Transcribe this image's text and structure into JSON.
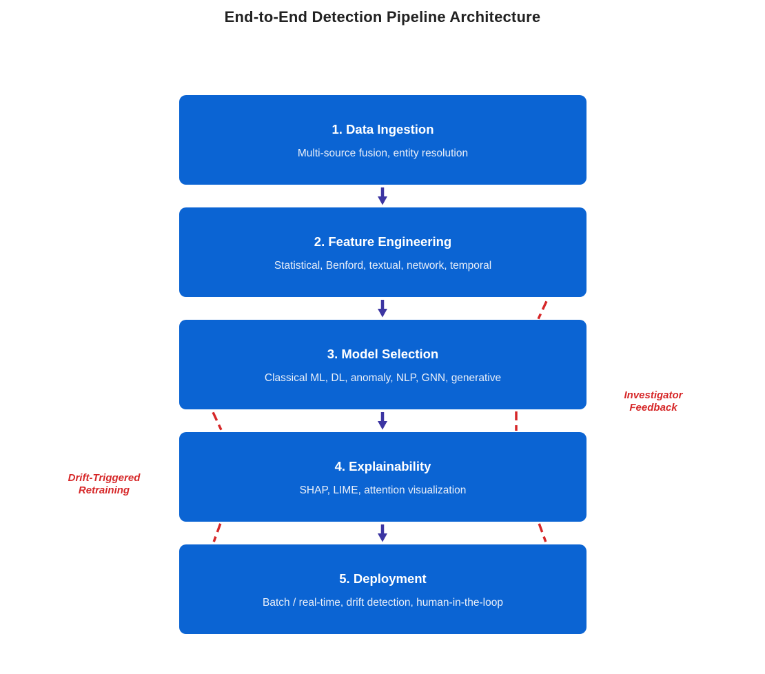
{
  "title": "End-to-End Detection Pipeline Architecture",
  "colors": {
    "background": "#ffffff",
    "stage_fill": "#0b64d3",
    "stage_title_text": "#ffffff",
    "stage_subtitle_text": "#e9eff9",
    "flow_arrow": "#3c35a2",
    "feedback_red": "#d62728",
    "title_text": "#222222"
  },
  "icons": {
    "flow_arrow": "down-arrow-icon",
    "feedback_path": "dashed-line-segment"
  },
  "pipeline": {
    "stages": [
      {
        "title": "1. Data Ingestion",
        "subtitle": "Multi-source fusion, entity resolution"
      },
      {
        "title": "2. Feature Engineering",
        "subtitle": "Statistical, Benford, textual, network, temporal"
      },
      {
        "title": "3. Model Selection",
        "subtitle": "Classical ML, DL, anomaly, NLP, GNN, generative"
      },
      {
        "title": "4. Explainability",
        "subtitle": "SHAP, LIME, attention visualization"
      },
      {
        "title": "5. Deployment",
        "subtitle": "Batch / real-time, drift detection, human-in-the-loop"
      }
    ]
  },
  "annotations": {
    "investigator_feedback": {
      "line1": "Investigator",
      "line2": "Feedback"
    },
    "drift_retraining": {
      "line1": "Drift-Triggered",
      "line2": "Retraining"
    }
  }
}
